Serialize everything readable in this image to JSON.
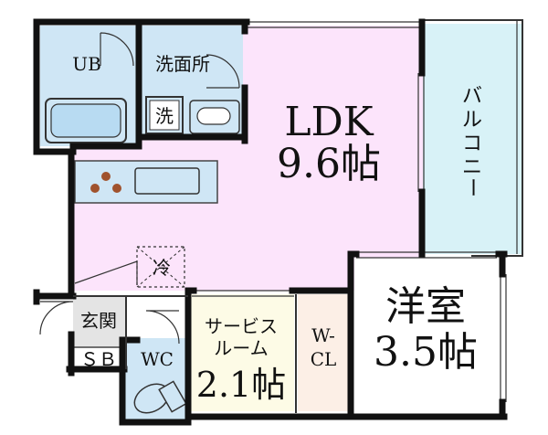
{
  "rooms": {
    "ldk": {
      "name": "LDK",
      "size": "9.6帖"
    },
    "western": {
      "name": "洋室",
      "size": "3.5帖"
    },
    "service": {
      "name_line1": "サービス",
      "name_line2": "ルーム",
      "size": "2.1帖"
    },
    "wcl": {
      "line1": "W-",
      "line2": "CL"
    },
    "ub": {
      "name": "UB"
    },
    "washroom": {
      "name": "洗面所"
    },
    "washer": {
      "name": "洗"
    },
    "fridge": {
      "name": "冷"
    },
    "entrance": {
      "name": "玄関"
    },
    "shoebox": {
      "name": "ＳＢ"
    },
    "wc": {
      "name": "WC"
    },
    "balcony": {
      "chars": [
        "バ",
        "ル",
        "コ",
        "ニ",
        "ー"
      ]
    }
  },
  "colors": {
    "ldk": "#fce4fb",
    "water": "#cfe6f5",
    "balcony": "#d8f2f7",
    "western": "#ffffff",
    "service": "#fdfbe6",
    "wcl": "#fcefe6",
    "entrance": "#e4e4e4",
    "wall": "#111111"
  }
}
